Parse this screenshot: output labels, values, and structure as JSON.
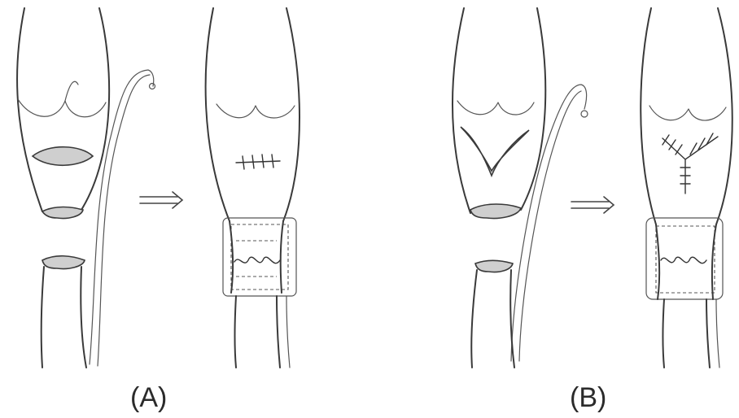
{
  "panels": [
    {
      "id": "A",
      "label": "(A)"
    },
    {
      "id": "B",
      "label": "(B)"
    }
  ]
}
